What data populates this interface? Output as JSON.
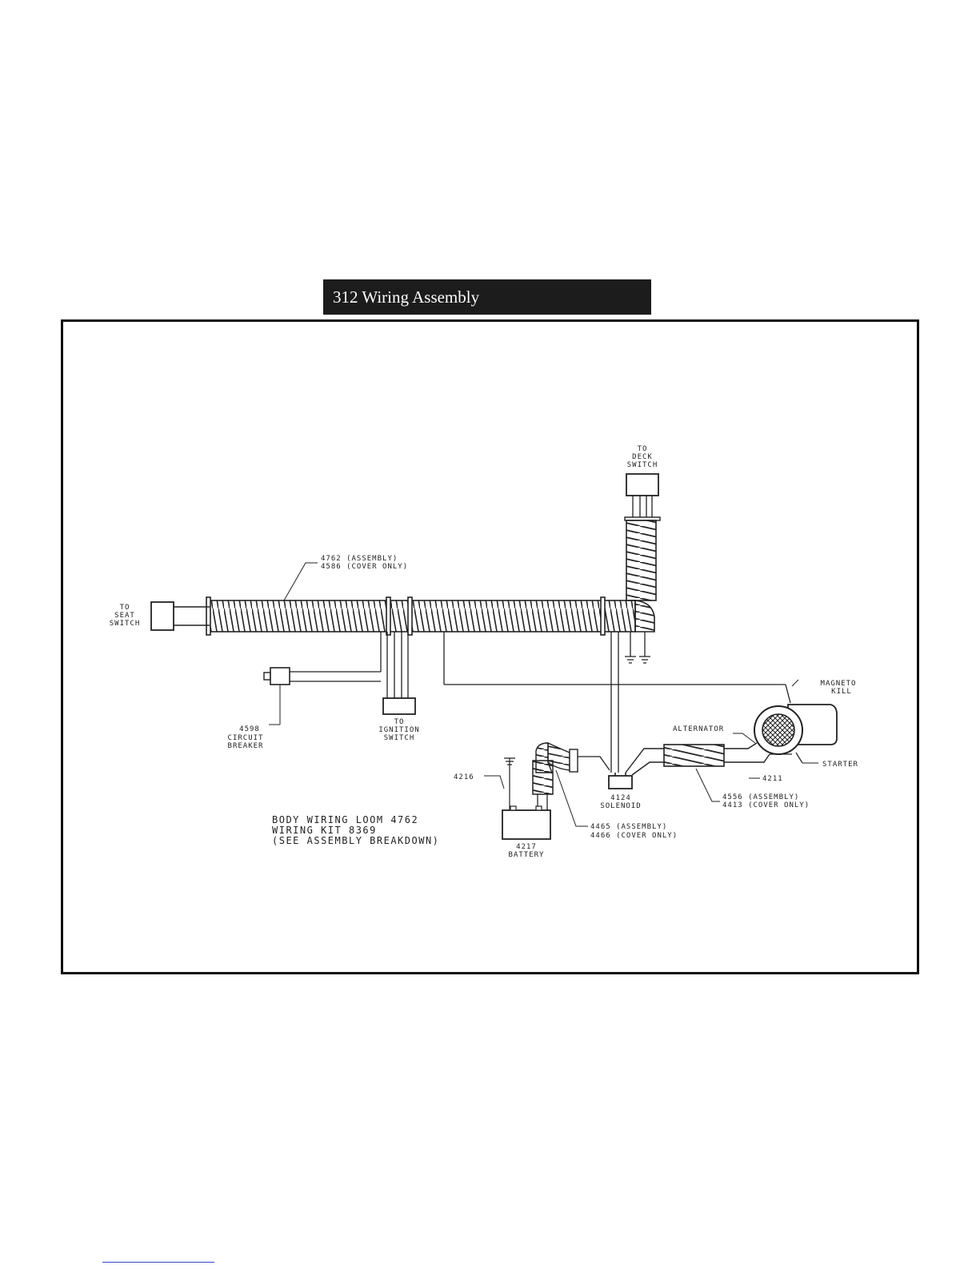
{
  "page": {
    "title": "312 Wiring Assembly"
  },
  "labels": {
    "deck_switch": [
      "TO",
      "DECK",
      "SWITCH"
    ],
    "seat_switch": [
      "TO",
      "SEAT",
      "SWITCH"
    ],
    "main_loom": [
      "4762  (ASSEMBLY)",
      "4586  (COVER ONLY)"
    ],
    "magneto": [
      "MAGNETO",
      "KILL"
    ],
    "alternator": "ALTERNATOR",
    "starter": "STARTER",
    "circuit_breaker": [
      "4598",
      "CIRCUIT",
      "BREAKER"
    ],
    "ignition_switch": [
      "TO",
      "IGNITION",
      "SWITCH"
    ],
    "wire_4216": "4216",
    "wire_4211": "4211",
    "solenoid": [
      "4124",
      "SOLENOID"
    ],
    "starter_loom": [
      "4556  (ASSEMBLY)",
      "4413  (COVER ONLY)"
    ],
    "battery_loom": [
      "4465  (ASSEMBLY)",
      "4466  (COVER ONLY)"
    ],
    "battery": [
      "4217",
      "BATTERY"
    ],
    "body_note": [
      "BODY  WIRING  LOOM  4762",
      "WIRING  KIT  8369",
      "(SEE  ASSEMBLY  BREAKDOWN)"
    ]
  }
}
